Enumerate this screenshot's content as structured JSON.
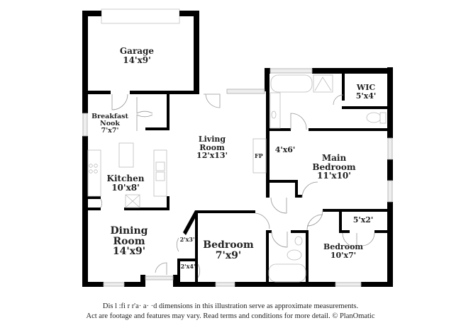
{
  "floorplan": {
    "rooms": [
      {
        "id": "garage",
        "name": "Garage",
        "dims": "14'x9'"
      },
      {
        "id": "breakfast-nook",
        "name_lines": [
          "Breakfast",
          "Nook"
        ],
        "dims": "7'x7'"
      },
      {
        "id": "kitchen",
        "name": "Kitchen",
        "dims": "10'x8'"
      },
      {
        "id": "living-room",
        "name_lines": [
          "Living",
          "Room"
        ],
        "dims": "12'x13'"
      },
      {
        "id": "dining-room",
        "name_lines": [
          "Dining",
          "Room"
        ],
        "dims": "14'x9'"
      },
      {
        "id": "bedroom-2",
        "name": "Bedroom",
        "dims": "7'x9'"
      },
      {
        "id": "bedroom-3",
        "name": "Bedroom",
        "dims": "10'x7'"
      },
      {
        "id": "main-bedroom",
        "name_lines": [
          "Main",
          "Bedroom"
        ],
        "dims": "11'x10'"
      },
      {
        "id": "wic",
        "name": "WIC",
        "dims": "5'x4'"
      },
      {
        "id": "main-bath-closet",
        "dims": "4'x6'"
      },
      {
        "id": "closet-bedroom3",
        "dims": "5'x2'"
      },
      {
        "id": "closet-a",
        "dims": "2'x3'"
      },
      {
        "id": "closet-b",
        "dims": "2'x4'"
      }
    ],
    "fireplace_label": "FP",
    "disclaimer": {
      "line1": "Dis      l  :fi   r r'a· a·  ·d dimensions in this illustration serve as approximate measurements.",
      "line2": "Act     are footage and features may vary. Read terms and conditions for more detail. © PlanOmatic"
    }
  },
  "colors": {
    "wall": "#000000",
    "fixture": "#bbbbbb",
    "window": "#d9d9d9",
    "text": "#222222",
    "background": "#ffffff"
  }
}
